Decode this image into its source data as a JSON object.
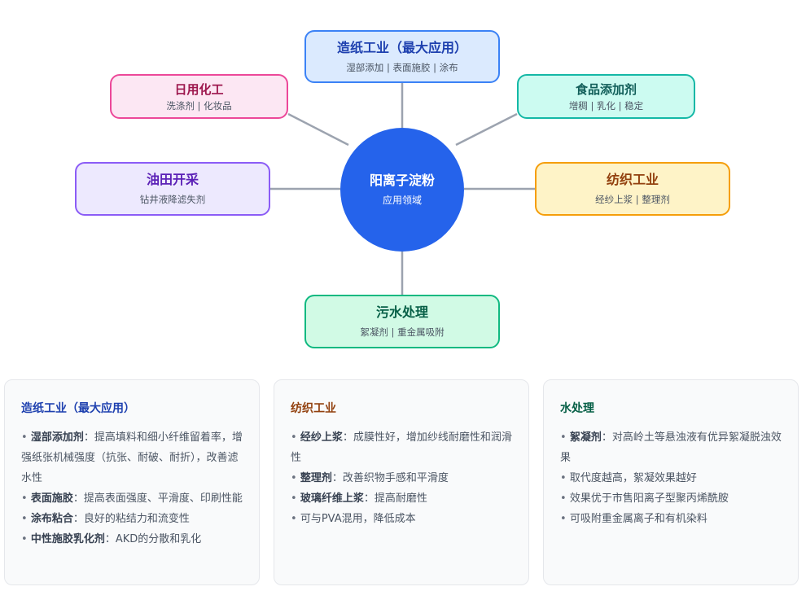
{
  "diagram": {
    "center": {
      "title": "阳离子淀粉",
      "subtitle": "应用领域"
    },
    "nodes": {
      "paper": {
        "title": "造纸工业（最大应用）",
        "subtitle": "湿部添加 | 表面施胶 | 涂布"
      },
      "daily": {
        "title": "日用化工",
        "subtitle": "洗涤剂 | 化妆品"
      },
      "food": {
        "title": "食品添加剂",
        "subtitle": "增稠 | 乳化 | 稳定"
      },
      "oil": {
        "title": "油田开采",
        "subtitle": "钻井液降滤失剂"
      },
      "textile": {
        "title": "纺织工业",
        "subtitle": "经纱上浆 | 整理剂"
      },
      "water": {
        "title": "污水处理",
        "subtitle": "絮凝剂 | 重金属吸附"
      }
    },
    "colors": {
      "center": "#2563eb",
      "connector": "#9ca3af"
    }
  },
  "cards": {
    "paper": {
      "title": "造纸工业（最大应用）",
      "items": [
        {
          "label": "湿部添加剂",
          "text": "：提高填料和细小纤维留着率，增强纸张机械强度（抗张、耐破、耐折），改善滤水性"
        },
        {
          "label": "表面施胶",
          "text": "：提高表面强度、平滑度、印刷性能"
        },
        {
          "label": "涂布粘合",
          "text": "：良好的粘结力和流变性"
        },
        {
          "label": "中性施胶乳化剂",
          "text": "：AKD的分散和乳化"
        }
      ]
    },
    "textile": {
      "title": "纺织工业",
      "items": [
        {
          "label": "经纱上浆",
          "text": "：成膜性好，增加纱线耐磨性和润滑性"
        },
        {
          "label": "整理剂",
          "text": "：改善织物手感和平滑度"
        },
        {
          "label": "玻璃纤维上浆",
          "text": "：提高耐磨性"
        },
        {
          "label": "",
          "text": "可与PVA混用，降低成本"
        }
      ]
    },
    "water": {
      "title": "水处理",
      "items": [
        {
          "label": "絮凝剂",
          "text": "：对高岭土等悬浊液有优异絮凝脱浊效果"
        },
        {
          "label": "",
          "text": "取代度越高，絮凝效果越好"
        },
        {
          "label": "",
          "text": "效果优于市售阳离子型聚丙烯酰胺"
        },
        {
          "label": "",
          "text": "可吸附重金属离子和有机染料"
        }
      ]
    }
  }
}
